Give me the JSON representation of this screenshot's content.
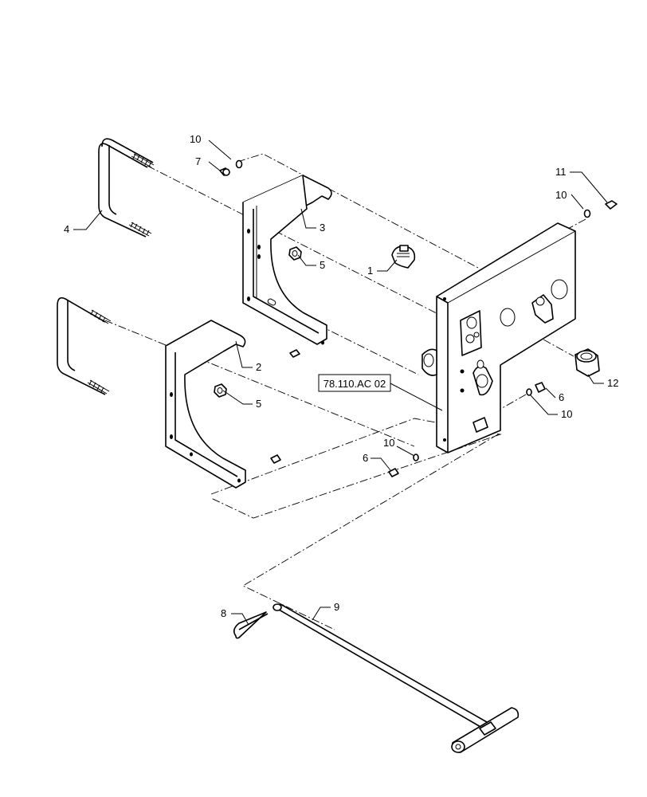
{
  "diagram": {
    "reference_label": "78.110.AC 02",
    "callouts": [
      {
        "id": "c10a",
        "text": "10"
      },
      {
        "id": "c7",
        "text": "7"
      },
      {
        "id": "c4",
        "text": "4"
      },
      {
        "id": "c3",
        "text": "3"
      },
      {
        "id": "c5a",
        "text": "5"
      },
      {
        "id": "c1",
        "text": "1"
      },
      {
        "id": "c11",
        "text": "11"
      },
      {
        "id": "c10b",
        "text": "10"
      },
      {
        "id": "c2",
        "text": "2"
      },
      {
        "id": "c5b",
        "text": "5"
      },
      {
        "id": "c12",
        "text": "12"
      },
      {
        "id": "c6a",
        "text": "6"
      },
      {
        "id": "c10c",
        "text": "10"
      },
      {
        "id": "c10d",
        "text": "10"
      },
      {
        "id": "c6b",
        "text": "6"
      },
      {
        "id": "c8",
        "text": "8"
      },
      {
        "id": "c9",
        "text": "9"
      }
    ]
  }
}
